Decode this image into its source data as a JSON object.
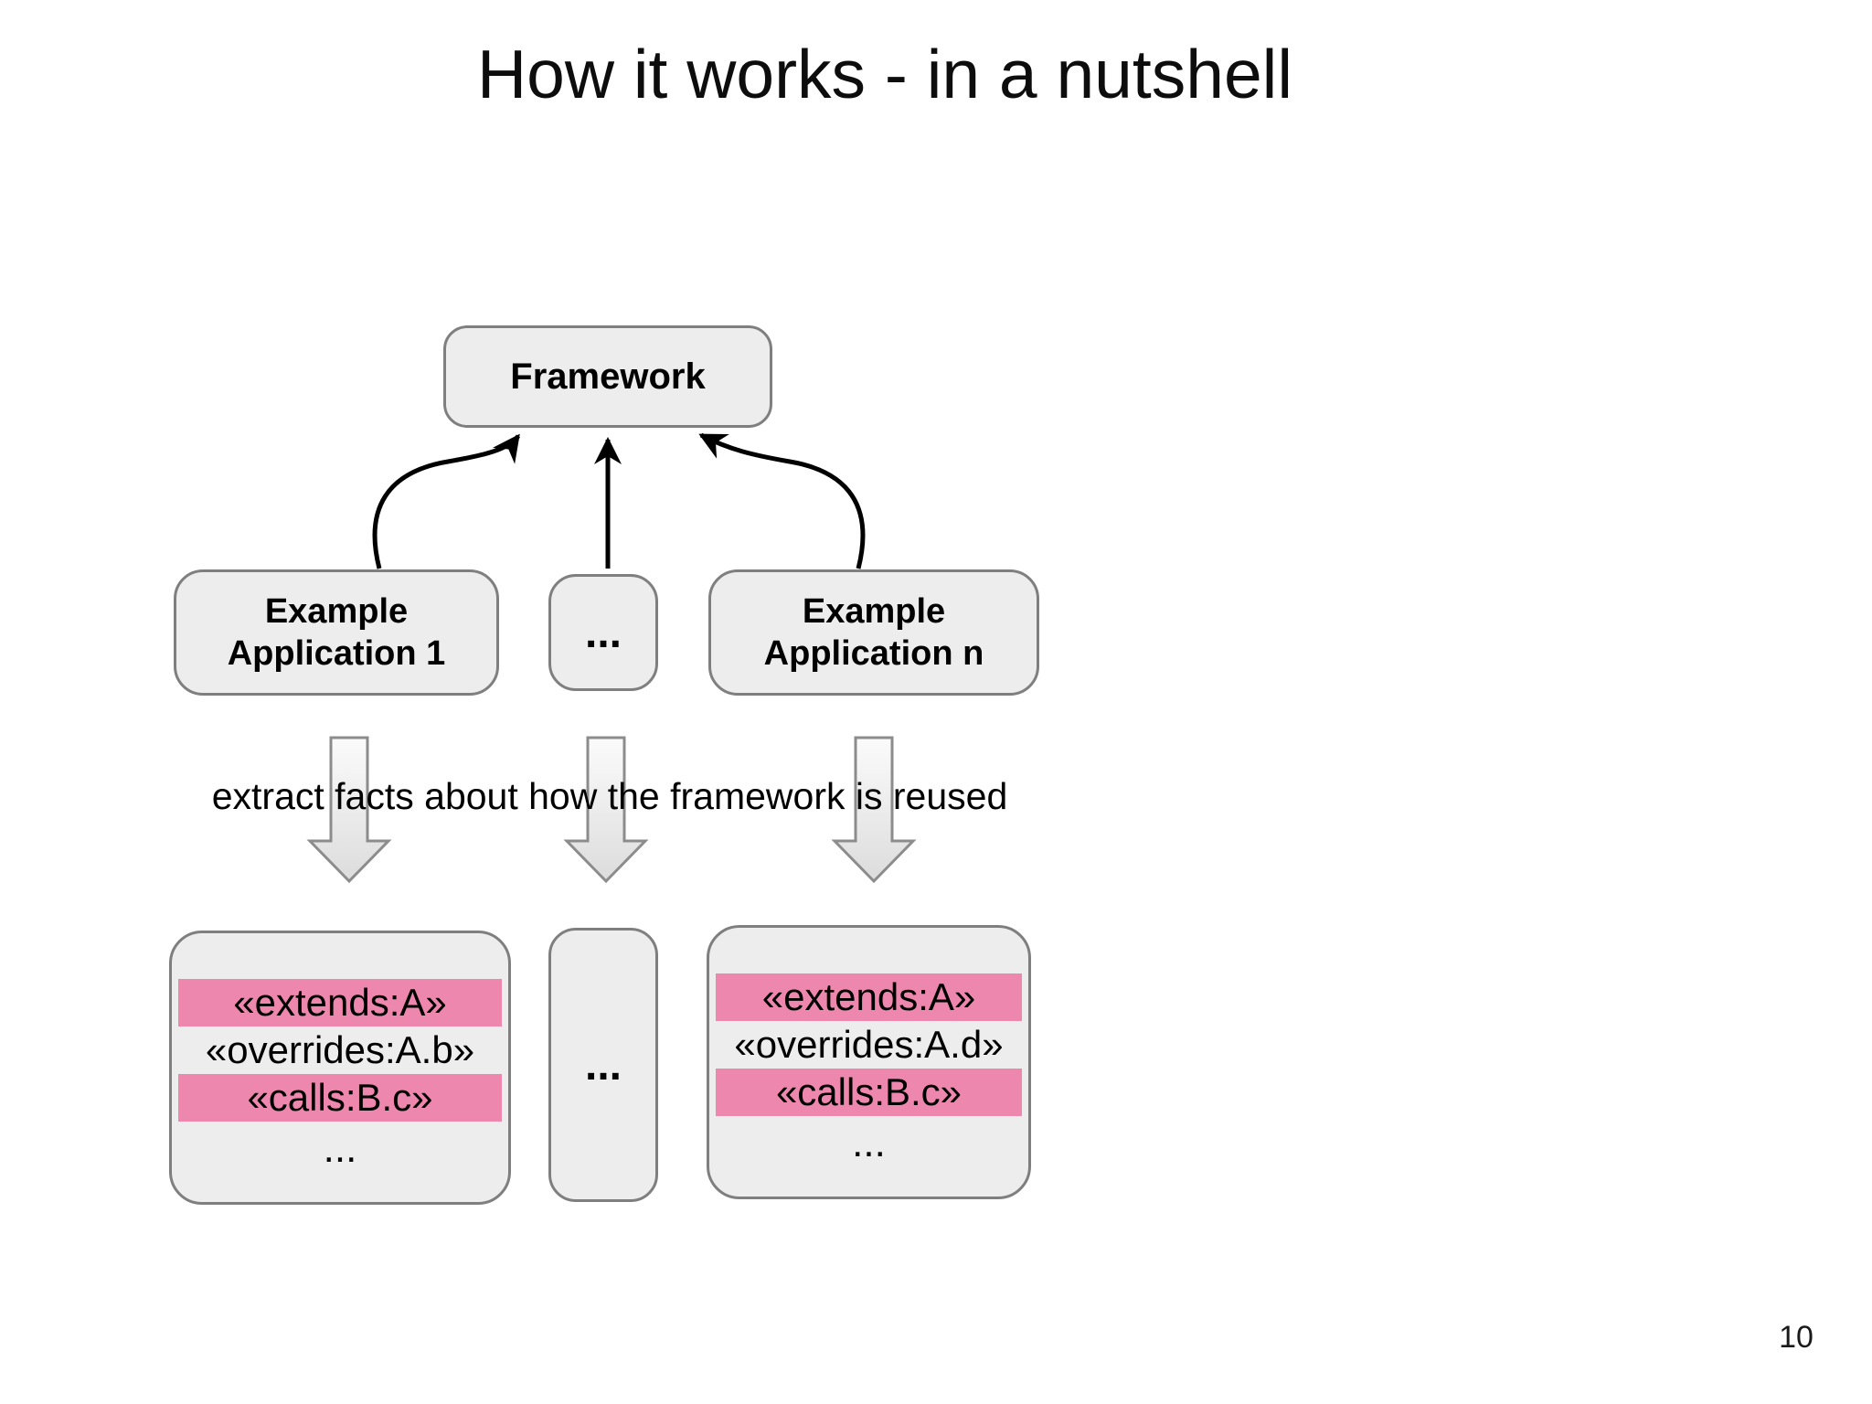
{
  "slide": {
    "title": "How it works - in a nutshell",
    "caption": "extract facts about how the framework is reused",
    "page_number": "10"
  },
  "nodes": {
    "framework": {
      "label": "Framework"
    },
    "app1": {
      "label": "Example\nApplication 1"
    },
    "ellipsis": {
      "label": "..."
    },
    "appn": {
      "label": "Example\nApplication n"
    }
  },
  "arrows": {
    "up_arrows_meaning": "example applications reuse the framework",
    "down_arrows_count": 3,
    "up_arrows_count": 3
  },
  "fact_boxes": [
    {
      "rows": [
        {
          "text": "«extends:A»",
          "highlight": true
        },
        {
          "text": "«overrides:A.b»",
          "highlight": false
        },
        {
          "text": "«calls:B.c»",
          "highlight": true
        },
        {
          "text": "...",
          "highlight": false
        }
      ]
    },
    {
      "label": "..."
    },
    {
      "rows": [
        {
          "text": "«extends:A»",
          "highlight": true
        },
        {
          "text": "«overrides:A.d»",
          "highlight": false
        },
        {
          "text": "«calls:B.c»",
          "highlight": true
        },
        {
          "text": "...",
          "highlight": false
        }
      ]
    }
  ],
  "colors": {
    "highlight": "#ee87ae",
    "box_fill": "#ededed",
    "box_border": "#7f7f7f",
    "arrow_stroke": "#000000",
    "block_arrow_border": "#8c8c8c"
  }
}
